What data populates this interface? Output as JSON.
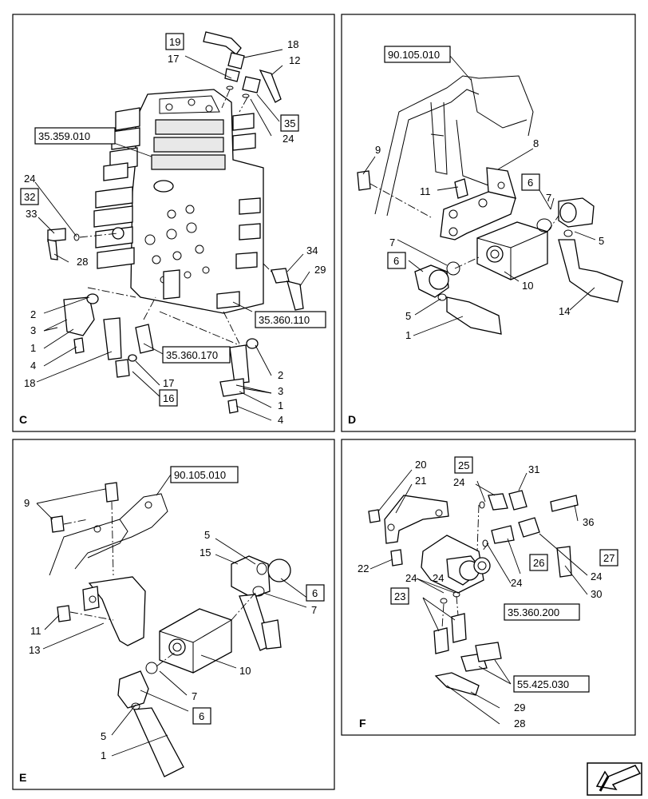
{
  "panels": {
    "C": {
      "letter": "C",
      "refs": [
        "35.359.010",
        "35.360.110",
        "35.360.170"
      ],
      "boxed": [
        "19",
        "32",
        "35",
        "16"
      ],
      "callouts": [
        "18",
        "17",
        "12",
        "24",
        "24",
        "33",
        "28",
        "34",
        "29",
        "2",
        "3",
        "1",
        "4",
        "18",
        "17",
        "2",
        "3",
        "1",
        "4"
      ]
    },
    "D": {
      "letter": "D",
      "refs": [
        "90.105.010"
      ],
      "boxed": [
        "6",
        "6"
      ],
      "callouts": [
        "9",
        "8",
        "11",
        "7",
        "5",
        "7",
        "10",
        "5",
        "1",
        "14"
      ]
    },
    "E": {
      "letter": "E",
      "refs": [
        "90.105.010"
      ],
      "boxed": [
        "6",
        "6"
      ],
      "callouts": [
        "9",
        "5",
        "15",
        "7",
        "11",
        "13",
        "10",
        "7",
        "5",
        "1"
      ]
    },
    "F": {
      "letter": "F",
      "refs": [
        "35.360.200",
        "55.425.030"
      ],
      "boxed": [
        "25",
        "27",
        "26",
        "23"
      ],
      "callouts": [
        "20",
        "21",
        "24",
        "31",
        "36",
        "22",
        "24",
        "24",
        "24",
        "30",
        "24",
        "29",
        "28"
      ]
    }
  },
  "nav": {
    "icon": "arrow-back-icon"
  }
}
